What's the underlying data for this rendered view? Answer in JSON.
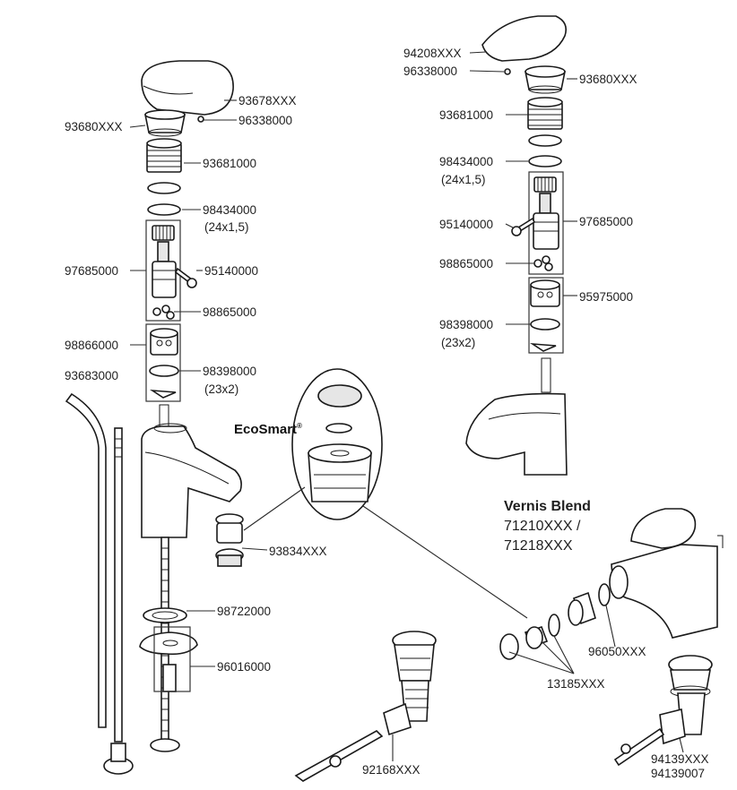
{
  "title": {
    "name": "Vernis Blend",
    "codes": [
      "71210XXX /",
      "71218XXX"
    ]
  },
  "ecosmart": {
    "brand": "EcoSmart",
    "mark": "®"
  },
  "labels": {
    "l93678": "93678XXX",
    "l93680_left": "93680XXX",
    "l96338_left": "96338000",
    "l93681_left": "93681000",
    "l98434_left": "98434000",
    "l98434_left_dim": "(24x1,5)",
    "l97685_left": "97685000",
    "l95140_left": "95140000",
    "l98865_left": "98865000",
    "l98866": "98866000",
    "l98398_left": "98398000",
    "l98398_left_dim": "(23x2)",
    "l93683": "93683000",
    "l93834": "93834XXX",
    "l98722": "98722000",
    "l96016": "96016000",
    "l94208": "94208XXX",
    "l96338_right": "96338000",
    "l93680_right": "93680XXX",
    "l93681_right": "93681000",
    "l98434_right": "98434000",
    "l98434_right_dim": "(24x1,5)",
    "l95140_right": "95140000",
    "l97685_right": "97685000",
    "l98865_right": "98865000",
    "l95975": "95975000",
    "l98398_right": "98398000",
    "l98398_right_dim": "(23x2)",
    "l96050": "96050XXX",
    "l13185": "13185XXX",
    "l92168": "92168XXX",
    "l94139a": "94139XXX",
    "l94139b": "94139007"
  }
}
